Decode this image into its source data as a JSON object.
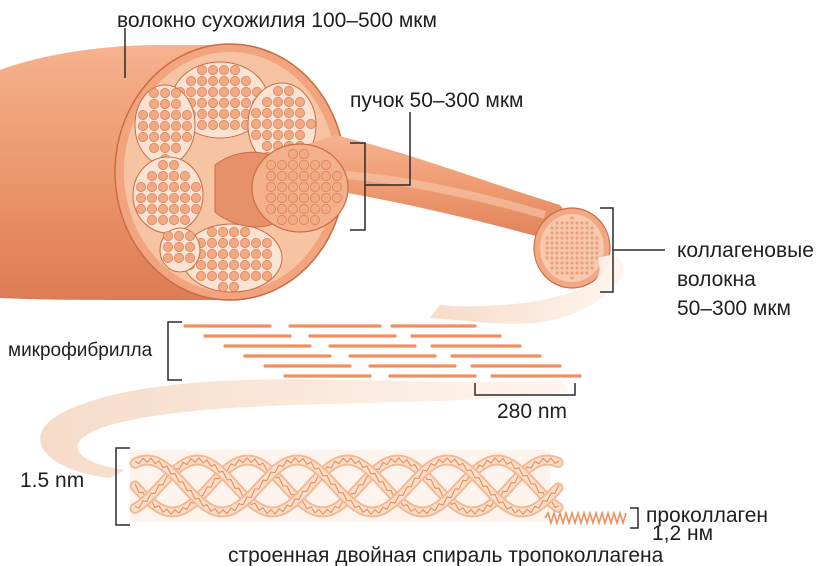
{
  "labels": {
    "tendon_fiber": "волокно сухожилия 100–500 мкм",
    "bundle": "пучок 50–300 мкм",
    "collagen_line1": "коллагеновые",
    "collagen_line2": "волокна",
    "collagen_line3": "50–300 мкм",
    "microfibril": "микрофибрилла",
    "period": "280 nm",
    "helix_height": "1.5 nm",
    "procollagen": "проколлаген",
    "procollagen_size": "1,2 нм",
    "caption": "строенная двойная спираль тропоколлагена"
  },
  "colors": {
    "fiber_body": "#f2a27a",
    "fiber_dark": "#e07b4f",
    "fascicle": "#f7c3a2",
    "cell": "#f6b48e",
    "strand": "#f09060",
    "bracket": "#2a2a2a"
  }
}
